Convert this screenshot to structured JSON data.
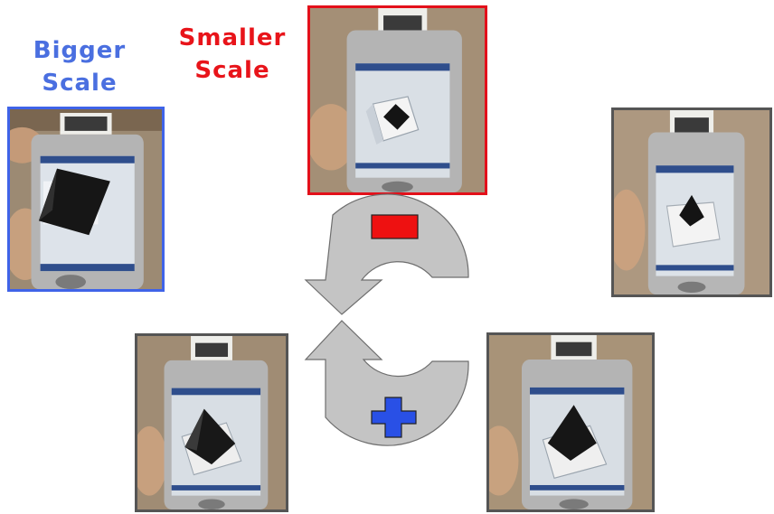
{
  "labels": {
    "bigger": {
      "line1": "Bigger",
      "line2": "Scale"
    },
    "smaller": {
      "line1": "Smaller",
      "line2": "Scale"
    }
  },
  "colors": {
    "bigger": "#4a6fe0",
    "smaller": "#e8141a",
    "highlight_blue": "#3f63e8",
    "highlight_red": "#e3101a",
    "neutral_frame": "#555555",
    "arrow_fill": "#c4c4c4",
    "arrow_stroke": "#6e6e6e",
    "minus_sign": "#ee1111",
    "plus_sign": "#2950e6"
  },
  "symbols": {
    "decrease": "minus-sign",
    "increase": "plus-sign"
  },
  "photos": [
    {
      "name": "photo-bigger-scale",
      "frame": "highlight_blue",
      "pyramid": "large"
    },
    {
      "name": "photo-smaller-scale",
      "frame": "highlight_red",
      "pyramid": "small"
    },
    {
      "name": "photo-right",
      "frame": "neutral_frame",
      "pyramid": "small"
    },
    {
      "name": "photo-bottom-left",
      "frame": "neutral_frame",
      "pyramid": "medium"
    },
    {
      "name": "photo-bottom-right",
      "frame": "neutral_frame",
      "pyramid": "medium"
    }
  ]
}
